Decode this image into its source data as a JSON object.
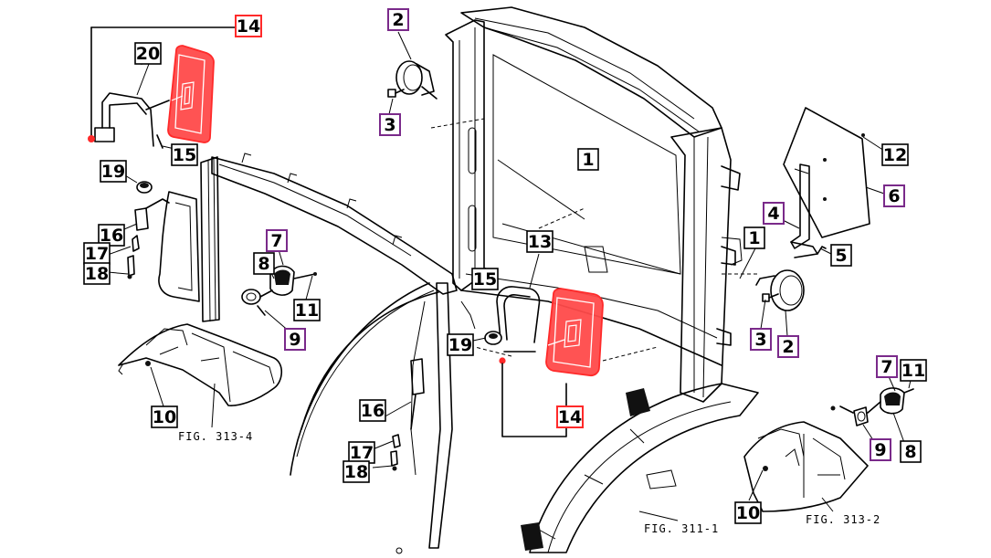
{
  "colors": {
    "line": "#000000",
    "highlight_red": "#ff2a2a",
    "callout_purple": "#7a2a8a",
    "callout_black": "#000000",
    "background": "#ffffff"
  },
  "callouts": [
    {
      "id": "c14-top",
      "label": "14",
      "color": "red"
    },
    {
      "id": "c20",
      "label": "20",
      "color": "black"
    },
    {
      "id": "c15-left",
      "label": "15",
      "color": "black"
    },
    {
      "id": "c19-left",
      "label": "19",
      "color": "black"
    },
    {
      "id": "c16-left",
      "label": "16",
      "color": "black"
    },
    {
      "id": "c17-left",
      "label": "17",
      "color": "black"
    },
    {
      "id": "c18-left",
      "label": "18",
      "color": "black"
    },
    {
      "id": "c7-left",
      "label": "7",
      "color": "purple"
    },
    {
      "id": "c8-left",
      "label": "8",
      "color": "black"
    },
    {
      "id": "c11-left",
      "label": "11",
      "color": "black"
    },
    {
      "id": "c9-left",
      "label": "9",
      "color": "purple"
    },
    {
      "id": "c10-left",
      "label": "10",
      "color": "black"
    },
    {
      "id": "c2-top",
      "label": "2",
      "color": "purple"
    },
    {
      "id": "c3-top",
      "label": "3",
      "color": "purple"
    },
    {
      "id": "c1-center",
      "label": "1",
      "color": "black"
    },
    {
      "id": "c13",
      "label": "13",
      "color": "black"
    },
    {
      "id": "c15-center",
      "label": "15",
      "color": "black"
    },
    {
      "id": "c19-center",
      "label": "19",
      "color": "black"
    },
    {
      "id": "c16-center",
      "label": "16",
      "color": "black"
    },
    {
      "id": "c17-center",
      "label": "17",
      "color": "black"
    },
    {
      "id": "c18-center",
      "label": "18",
      "color": "black"
    },
    {
      "id": "c14-bottom",
      "label": "14",
      "color": "red"
    },
    {
      "id": "c12",
      "label": "12",
      "color": "black"
    },
    {
      "id": "c6",
      "label": "6",
      "color": "purple"
    },
    {
      "id": "c4",
      "label": "4",
      "color": "purple"
    },
    {
      "id": "c1-right",
      "label": "1",
      "color": "black"
    },
    {
      "id": "c5",
      "label": "5",
      "color": "black"
    },
    {
      "id": "c3-right",
      "label": "3",
      "color": "purple"
    },
    {
      "id": "c2-right",
      "label": "2",
      "color": "purple"
    },
    {
      "id": "c7-right",
      "label": "7",
      "color": "purple"
    },
    {
      "id": "c11-right",
      "label": "11",
      "color": "black"
    },
    {
      "id": "c9-right",
      "label": "9",
      "color": "purple"
    },
    {
      "id": "c8-right",
      "label": "8",
      "color": "black"
    },
    {
      "id": "c10-right",
      "label": "10",
      "color": "black"
    }
  ],
  "figure_refs": {
    "fig_313_4": "FIG. 313-4",
    "fig_311_1": "FIG. 311-1",
    "fig_313_2": "FIG. 313-2"
  },
  "icons": {
    "mirror": "rear-view-mirror-icon",
    "work_lamp": "work-lamp-icon",
    "turn_signal": "turn-signal-lamp-icon",
    "fender": "fender-icon",
    "cab_frame": "cab-frame-icon"
  }
}
